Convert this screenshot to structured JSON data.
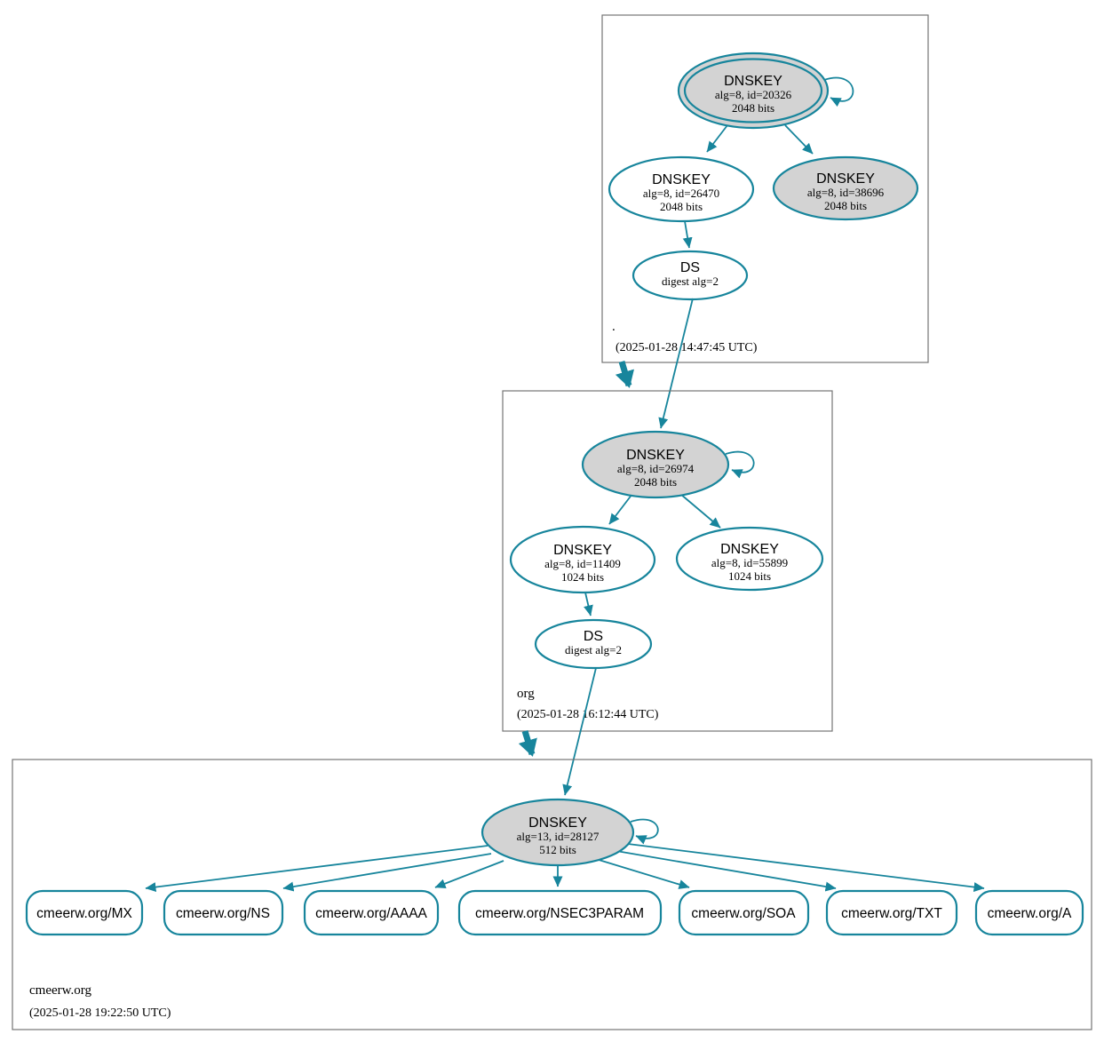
{
  "diagram": {
    "type": "dnssec-authentication-chain",
    "colors": {
      "edge": "#17859c",
      "ksk_fill": "#d3d3d3",
      "zsk_fill": "#ffffff",
      "box_border": "#747474"
    },
    "zones": [
      {
        "name": ".",
        "timestamp": "(2025-01-28 14:47:45 UTC)"
      },
      {
        "name": "org",
        "timestamp": "(2025-01-28 16:12:44 UTC)"
      },
      {
        "name": "cmeerw.org",
        "timestamp": "(2025-01-28 19:22:50 UTC)"
      }
    ],
    "nodes": {
      "root_ksk": {
        "title": "DNSKEY",
        "detail": "alg=8, id=20326",
        "bits": "2048 bits"
      },
      "root_zsk": {
        "title": "DNSKEY",
        "detail": "alg=8, id=26470",
        "bits": "2048 bits"
      },
      "root_key2": {
        "title": "DNSKEY",
        "detail": "alg=8, id=38696",
        "bits": "2048 bits"
      },
      "root_ds": {
        "title": "DS",
        "detail": "digest alg=2"
      },
      "org_ksk": {
        "title": "DNSKEY",
        "detail": "alg=8, id=26974",
        "bits": "2048 bits"
      },
      "org_zsk1": {
        "title": "DNSKEY",
        "detail": "alg=8, id=11409",
        "bits": "1024 bits"
      },
      "org_zsk2": {
        "title": "DNSKEY",
        "detail": "alg=8, id=55899",
        "bits": "1024 bits"
      },
      "org_ds": {
        "title": "DS",
        "detail": "digest alg=2"
      },
      "cmeerw_key": {
        "title": "DNSKEY",
        "detail": "alg=13, id=28127",
        "bits": "512 bits"
      }
    },
    "rrsets": [
      "cmeerw.org/MX",
      "cmeerw.org/NS",
      "cmeerw.org/AAAA",
      "cmeerw.org/NSEC3PARAM",
      "cmeerw.org/SOA",
      "cmeerw.org/TXT",
      "cmeerw.org/A"
    ]
  }
}
